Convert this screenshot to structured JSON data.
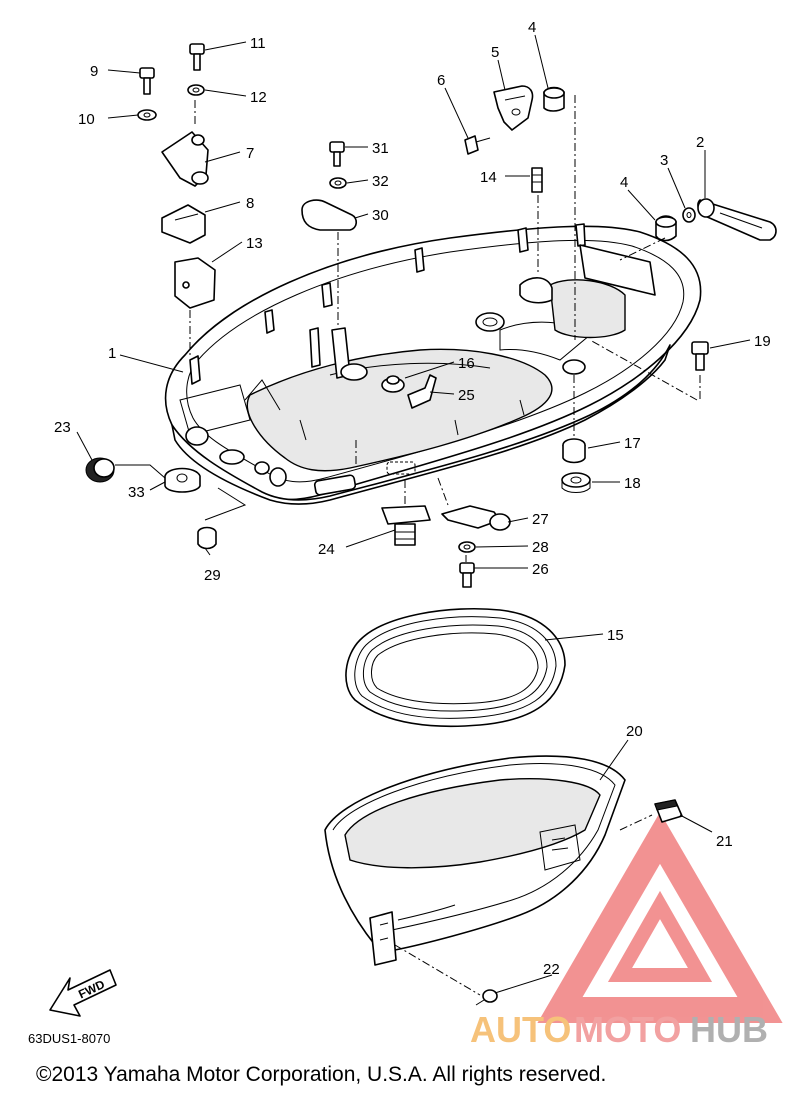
{
  "diagram": {
    "code": "63DUS1-8070",
    "copyright": "©2013 Yamaha Motor Corporation, U.S.A. All rights reserved.",
    "fwd_label": "FWD",
    "watermark": {
      "part1": "AUTO",
      "part2": "MOTO",
      "part3": "HUB",
      "logo_color": "#f08080"
    },
    "callouts": [
      "1",
      "2",
      "3",
      "4",
      "4",
      "5",
      "6",
      "7",
      "8",
      "9",
      "10",
      "11",
      "12",
      "13",
      "14",
      "15",
      "16",
      "17",
      "18",
      "19",
      "20",
      "21",
      "22",
      "23",
      "24",
      "25",
      "26",
      "27",
      "28",
      "29",
      "30",
      "31",
      "32",
      "33"
    ]
  }
}
